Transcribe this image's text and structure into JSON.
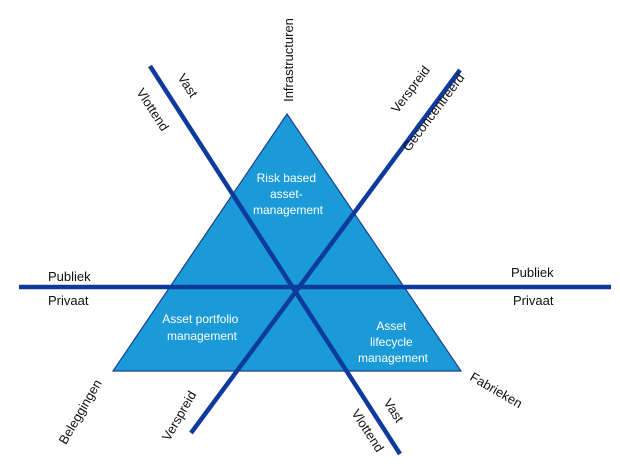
{
  "colors": {
    "triangle_fill": "#1a9ad6",
    "triangle_stroke": "#1b3f8f",
    "axis_line": "#0d3a9c",
    "label_text": "#111111",
    "inner_text": "#ffffff"
  },
  "labels": {
    "infrastructuren": "Infrastructuren",
    "fabrieken": "Fabrieken",
    "beleggingen": "Beleggingen",
    "left_top_vast": "Vast",
    "left_top_vlottend": "Vlottend",
    "right_top_verspreid": "Verspreid",
    "right_top_geconcentreerd": "Geconcentreerd",
    "left_publiek": "Publiek",
    "left_privaat": "Privaat",
    "right_publiek": "Publiek",
    "right_privaat": "Privaat",
    "bottom_left_verspreid": "Verspreid",
    "bottom_right_vast": "Vast",
    "bottom_right_vlottend": "Vlottend"
  },
  "segments": {
    "risk": [
      "Risk based",
      "asset-",
      "management"
    ],
    "portfolio": [
      "Asset portfolio",
      "management"
    ],
    "lifecycle": [
      "Asset",
      "lifecycle",
      "management"
    ]
  }
}
